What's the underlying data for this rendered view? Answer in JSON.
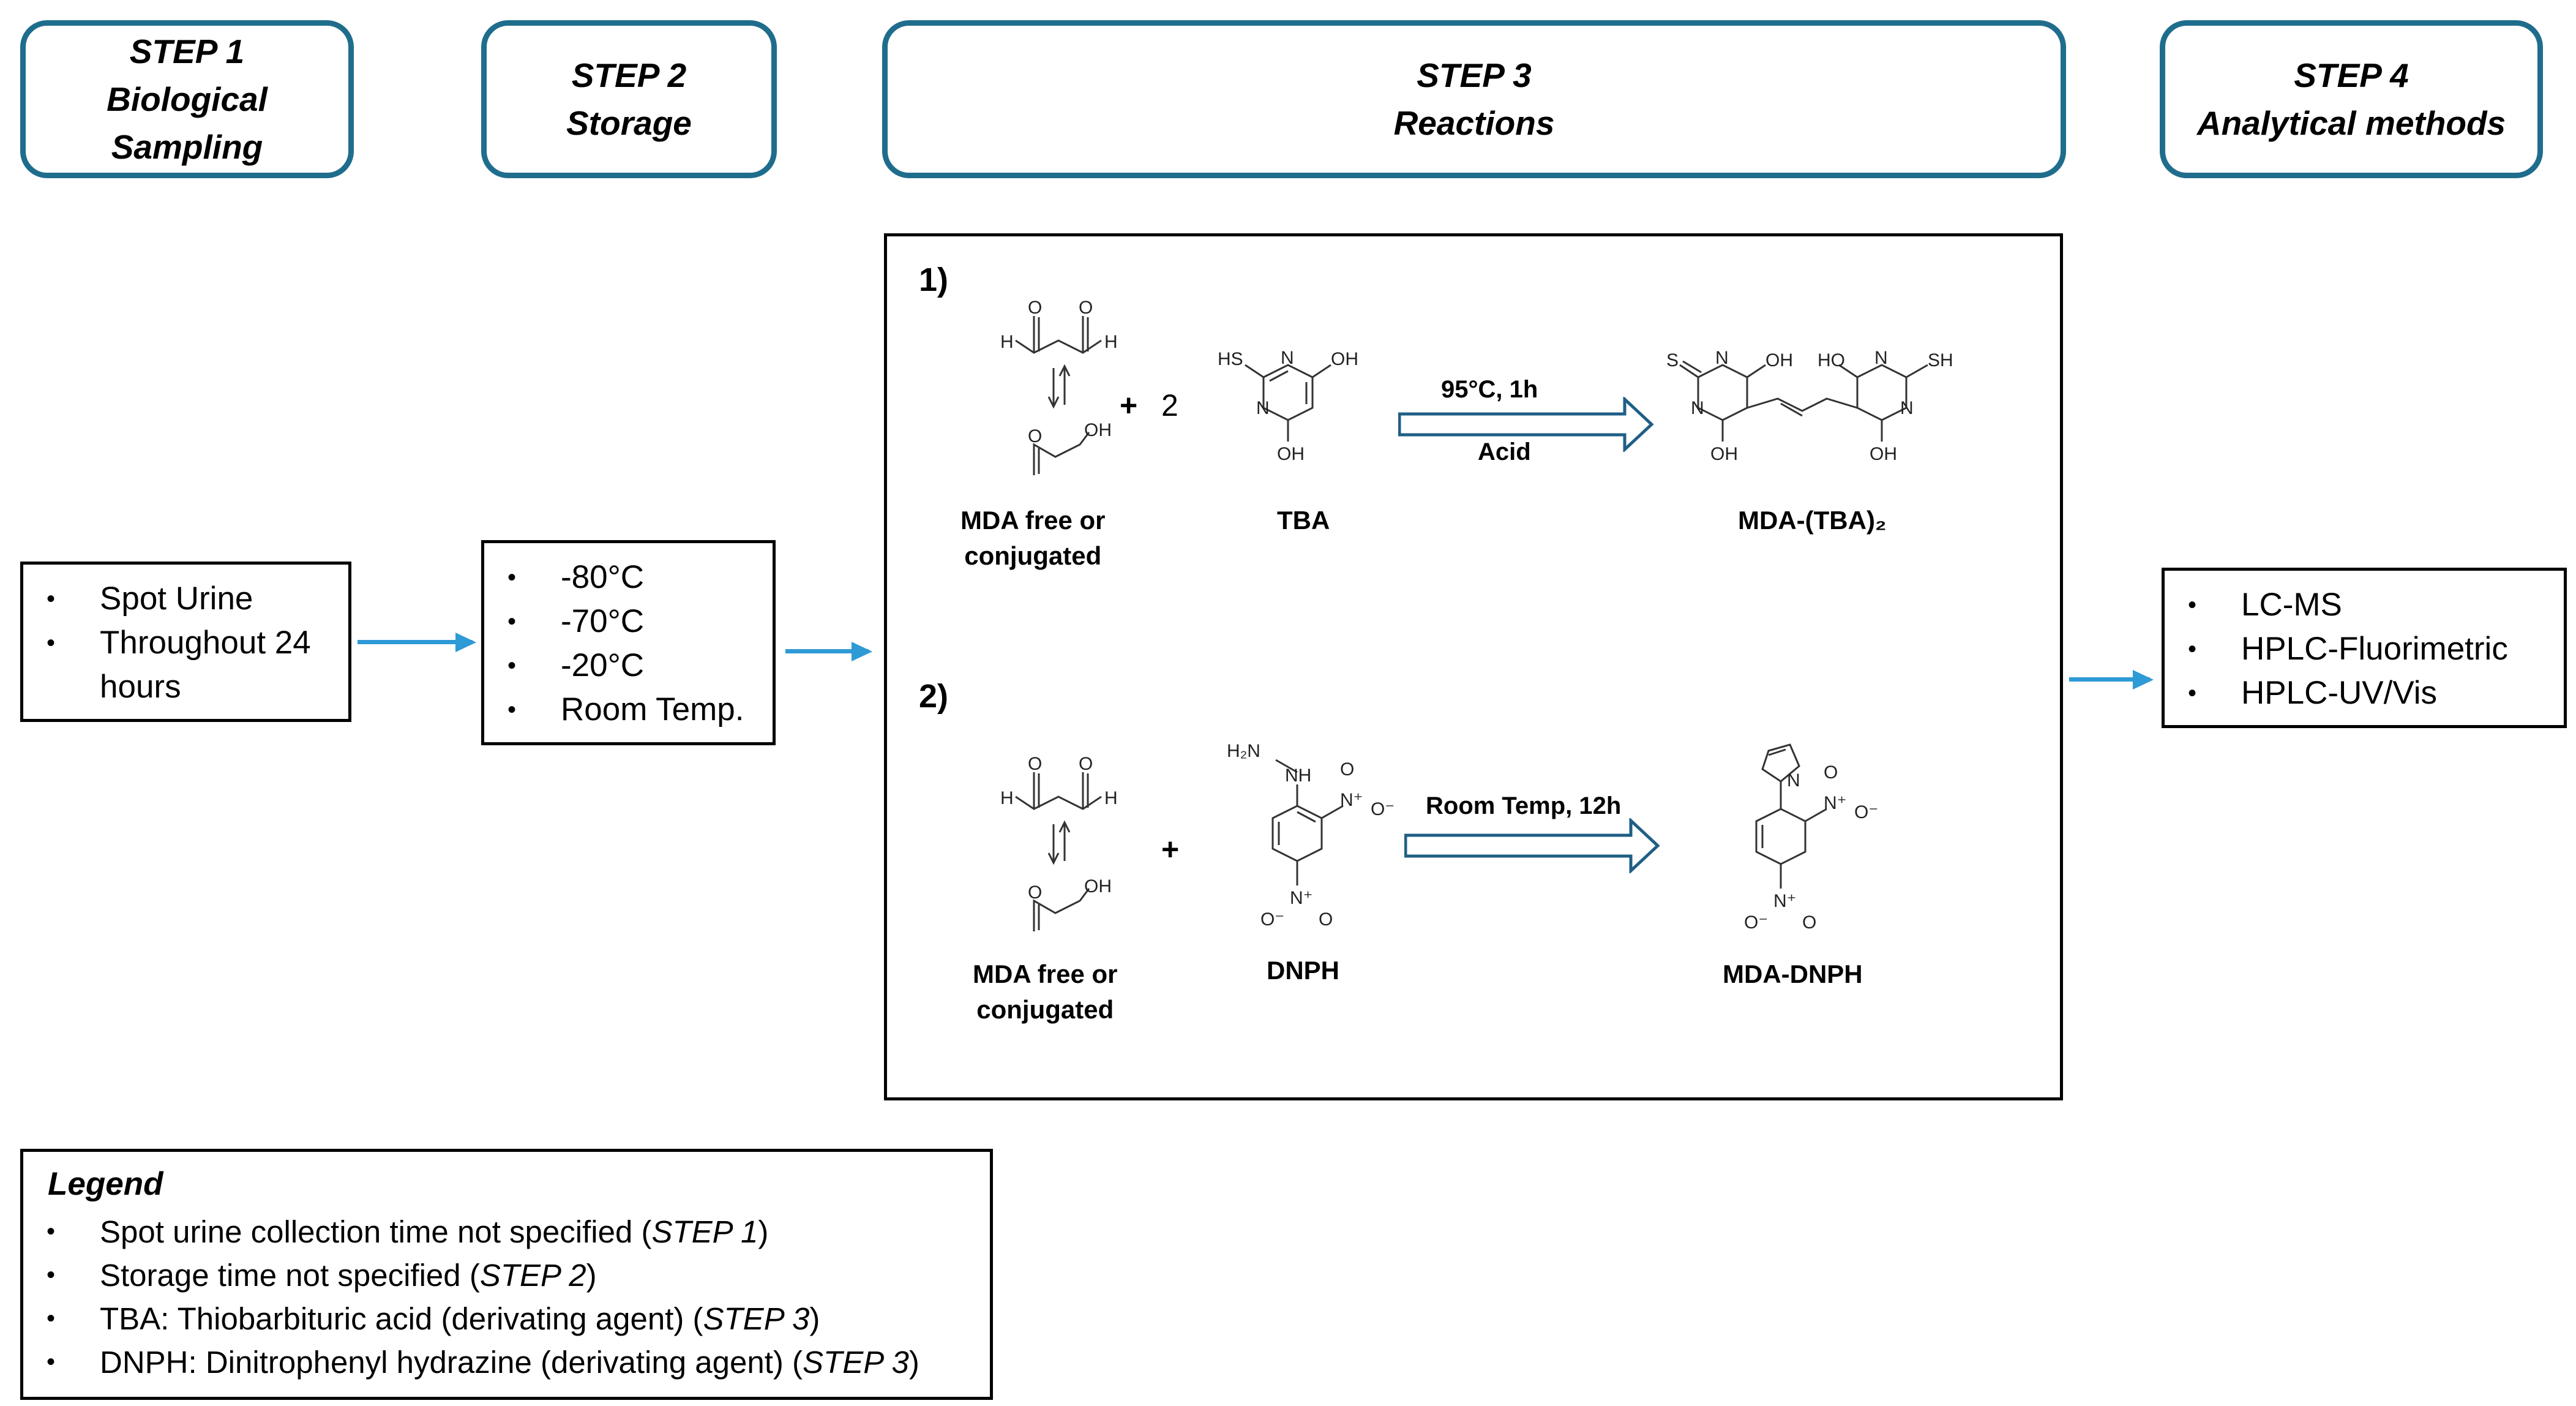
{
  "steps": [
    {
      "title": "STEP 1",
      "subtitle": "Biological Sampling",
      "sub1": "Biological",
      "sub2": "Sampling"
    },
    {
      "title": "STEP 2",
      "subtitle": "Storage"
    },
    {
      "title": "STEP 3",
      "subtitle": "Reactions"
    },
    {
      "title": "STEP 4",
      "subtitle": "Analytical methods"
    }
  ],
  "sampling": {
    "items": [
      "Spot Urine",
      "Throughout 24",
      "hours"
    ]
  },
  "storage": {
    "items": [
      "-80°C",
      "-70°C",
      "-20°C",
      "Room Temp."
    ]
  },
  "reactions": {
    "r1": {
      "number": "1)",
      "reactant1": {
        "line1": "MDA free or",
        "line2": "conjugated"
      },
      "plus": "+",
      "coefficient": "2",
      "reactant2": "TBA",
      "condition_top": "95°C, 1h",
      "condition_bottom": "Acid",
      "product": "MDA-(TBA)₂"
    },
    "r2": {
      "number": "2)",
      "reactant1": {
        "line1": "MDA free or",
        "line2": "conjugated"
      },
      "plus": "+",
      "reactant2": "DNPH",
      "condition_top": "Room Temp, 12h",
      "product": "MDA-DNPH"
    }
  },
  "molecule_labels": {
    "H": "H",
    "OH": "OH",
    "HO": "HO",
    "HS": "HS",
    "SH": "SH",
    "S": "S",
    "N": "N",
    "NH": "NH",
    "H2N": "H₂N",
    "N_plus": "N⁺",
    "O": "O",
    "O_minus": "O⁻"
  },
  "analytical": {
    "items": [
      "LC-MS",
      "HPLC-Fluorimetric",
      "HPLC-UV/Vis"
    ]
  },
  "legend": {
    "title": "Legend",
    "items": [
      {
        "text": "Spot urine collection time not specified (",
        "ref": "STEP 1",
        "end": ")"
      },
      {
        "text": "Storage time not specified (",
        "ref": "STEP 2",
        "end": ")"
      },
      {
        "text": "TBA: Thiobarbituric acid (derivating agent) (",
        "ref": "STEP 3",
        "end": ")"
      },
      {
        "text": "DNPH: Dinitrophenyl hydrazine (derivating agent) (",
        "ref": "STEP 3",
        "end": ")"
      }
    ]
  },
  "colors": {
    "header_border": "#1f6d8d",
    "arrow": "#2e9ad6",
    "reaction_arrow": "#1f5f86"
  }
}
